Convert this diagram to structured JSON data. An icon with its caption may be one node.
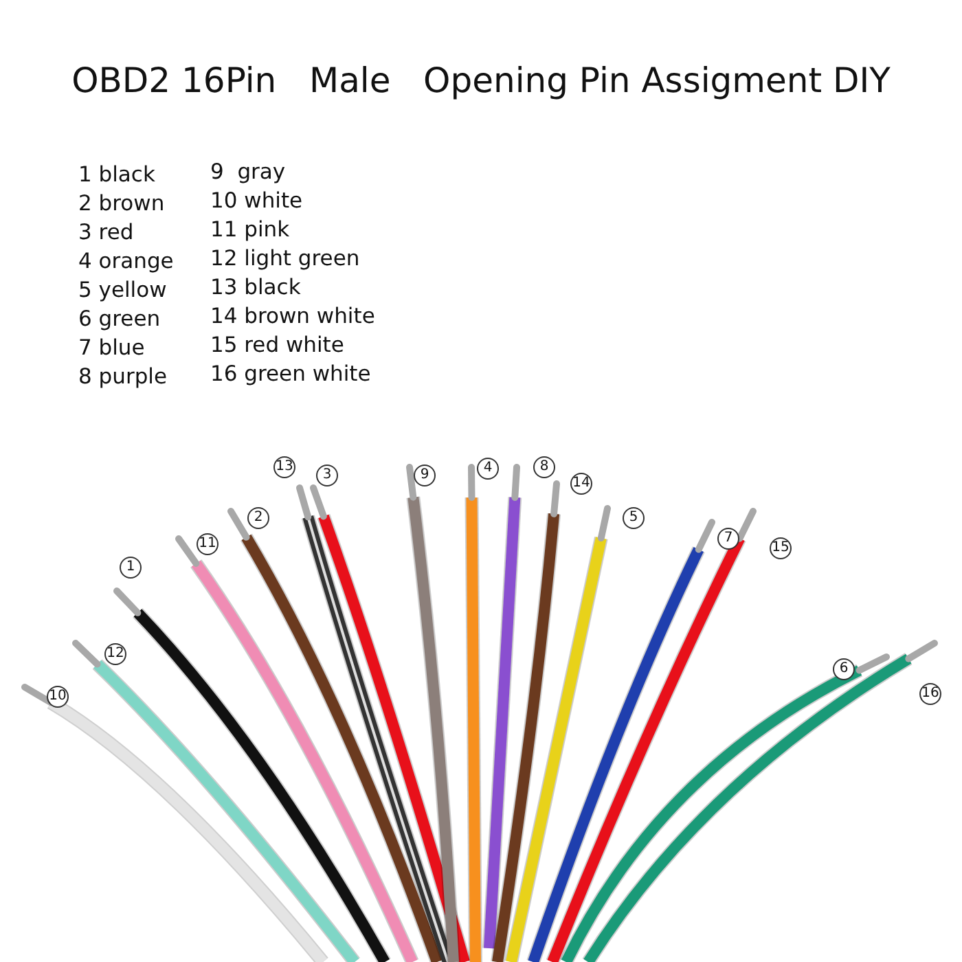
{
  "diagram": {
    "title": "OBD2 16Pin   Male   Opening Pin Assigment DIY",
    "labels": [
      "1 black",
      "2 brown",
      "3 red",
      "4 orange",
      "5 yellow",
      "6 green",
      "7 blue",
      "8 purple",
      "9  gray",
      "10 white",
      "11 pink",
      "12 light green",
      "13 black",
      "14 brown white",
      "15 red white",
      "16 green white",
      "10",
      "12",
      "1",
      "11",
      "2",
      "13",
      "3",
      "9",
      "4",
      "8",
      "14",
      "5",
      "7",
      "15",
      "6",
      "16"
    ]
  }
}
